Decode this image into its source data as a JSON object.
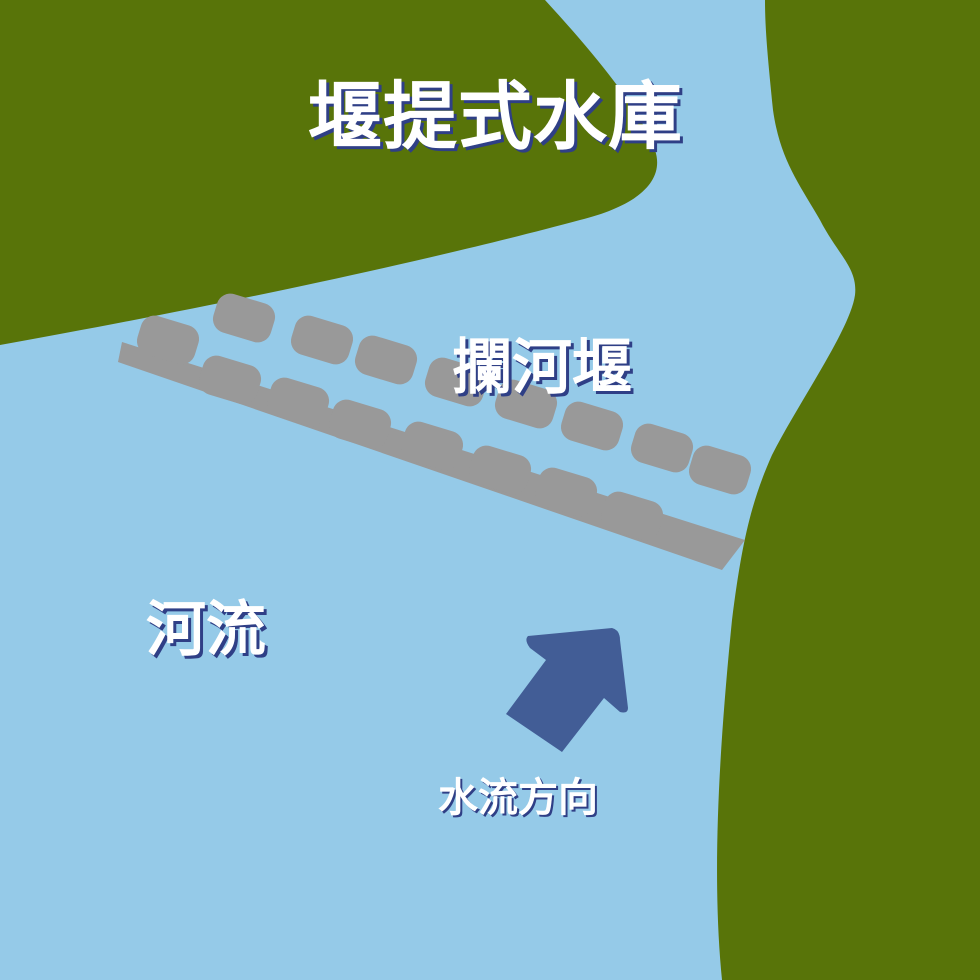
{
  "title": "堰提式水庫",
  "labels": {
    "weir": "攔河堰",
    "river": "河流",
    "flow_direction": "水流方向"
  },
  "colors": {
    "water": "#95cae8",
    "land": "#587409",
    "weir": "#999999",
    "arrow": "#425d96",
    "text": "#ffffff",
    "text_shadow": "#2f3f86"
  },
  "icons": {
    "flow_arrow": "arrow-up-right-icon"
  }
}
